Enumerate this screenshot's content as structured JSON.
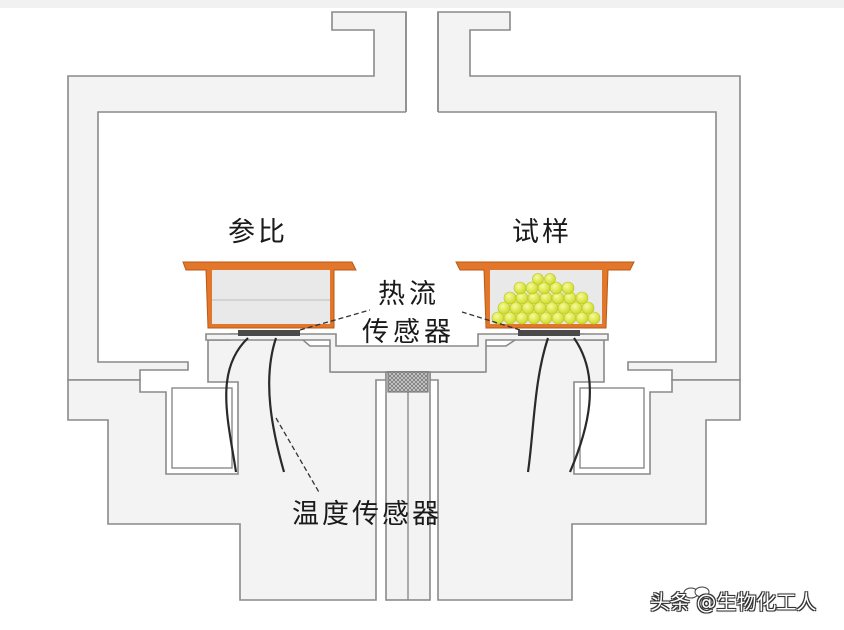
{
  "labels": {
    "reference": "参比",
    "sample": "试样",
    "heat_flux_line1": "热流",
    "heat_flux_line2": "传感器",
    "temperature_sensor": "温度传感器"
  },
  "watermark": {
    "text": "头条 @生物化工人",
    "icon": "chat-bubble-icon"
  },
  "colors": {
    "wall_fill": "#f3f3f3",
    "wall_stroke": "#8a8a8a",
    "crucible_orange": "#e2762a",
    "crucible_inner": "#e9e9e9",
    "sample_yellow": "#dcea3a",
    "sensor_dark": "#4a4a4a",
    "wire": "#2a2a2a"
  }
}
